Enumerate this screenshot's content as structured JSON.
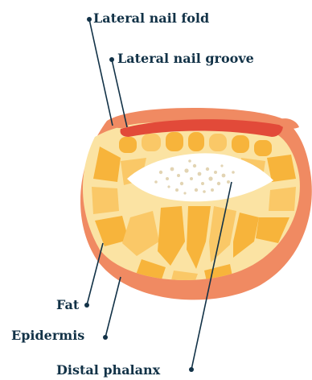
{
  "labels": {
    "lateral_nail_fold": "Lateral nail fold",
    "lateral_nail_groove": "Lateral nail groove",
    "fat": "Fat",
    "epidermis": "Epidermis",
    "distal_phalanx": "Distal phalanx"
  },
  "colors": {
    "epidermis": "#f08a62",
    "dermis": "#fbe3a3",
    "fat_lobule": "#f7b43b",
    "fat_lobule_light": "#fac867",
    "nail": "#e24a39",
    "bone": "#ffffff",
    "marrow": "#e2d4b3",
    "leader": "#123247"
  }
}
